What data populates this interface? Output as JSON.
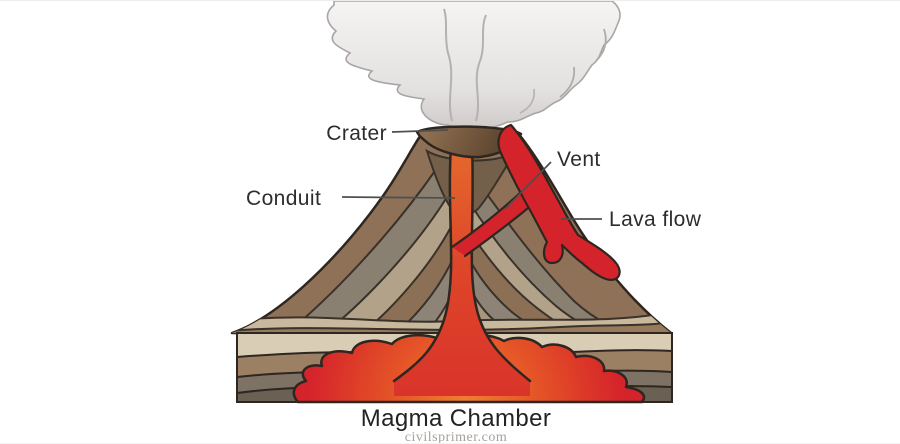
{
  "labels": {
    "crater": "Crater",
    "conduit": "Conduit",
    "vent": "Vent",
    "lava_flow": "Lava flow",
    "magma_chamber": "Magma Chamber"
  },
  "watermark": "civilsprimer.com",
  "colors": {
    "lava_red": "#d5232b",
    "lava_orange": "#ef7a2e",
    "conduit_orange": "#e4692e",
    "rock_surface_brown": "#8f7158",
    "rock_gray_band": "#898072",
    "rock_tan_band": "#b2a289",
    "rock_inner_brown": "#8b7056",
    "ground_cream": "#d9cdb6",
    "ground_brown": "#9c8064",
    "ground_gray": "#7e7265",
    "ground_dark": "#6a6054",
    "crater_brown": "#8f6f50",
    "smoke_light": "#f5f4f3",
    "smoke_dark": "#cfcbca",
    "outline": "#2e2620",
    "leader_line": "#4f4f4f",
    "label_text": "#2d2d2d",
    "watermark_text": "#a6a19c"
  }
}
